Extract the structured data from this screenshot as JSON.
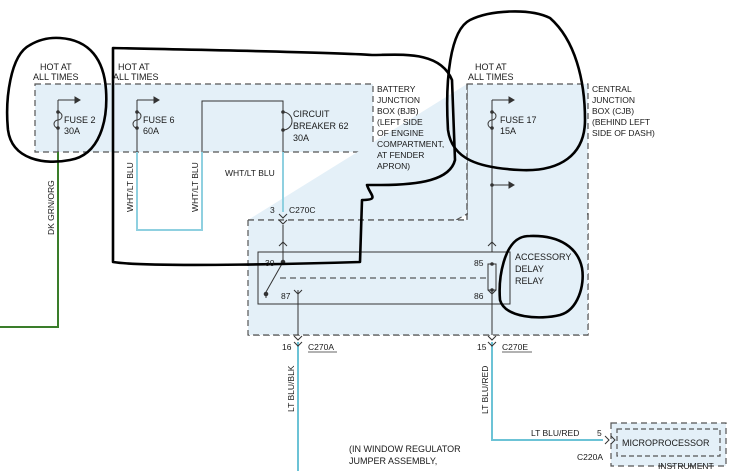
{
  "colors": {
    "box_fill": "#e4f0f8",
    "wire_green": "#3a7d2a",
    "wire_ltblue": "#8fd0e0",
    "wire_blue_relay": "#6cc3d6",
    "ink": "#1a1a1a",
    "handdrawn": "#000000"
  },
  "hot_labels": [
    {
      "line1": "HOT AT",
      "line2": "ALL TIMES"
    },
    {
      "line1": "HOT AT",
      "line2": "ALL TIMES"
    },
    {
      "line1": "HOT AT",
      "line2": "ALL TIMES"
    }
  ],
  "fuses": {
    "fuse2": {
      "name": "FUSE 2",
      "rating": "30A"
    },
    "fuse6": {
      "name": "FUSE 6",
      "rating": "60A"
    },
    "breaker": {
      "name1": "CIRCUIT",
      "name2": "BREAKER 62",
      "rating": "30A"
    },
    "fuse17": {
      "name": "FUSE 17",
      "rating": "15A"
    }
  },
  "bjb_note": [
    "BATTERY",
    "JUNCTION",
    "BOX (BJB)",
    "(LEFT SIDE",
    "OF ENGINE",
    "COMPARTMENT,",
    "AT FENDER",
    "APRON)"
  ],
  "cjb_note": [
    "CENTRAL",
    "JUNCTION",
    "BOX (CJB)",
    "(BEHIND LEFT",
    "SIDE OF DASH)"
  ],
  "wires": {
    "dk_grn_org": "DK GRN/ORG",
    "wht_lt_blu_1": "WHT/LT BLU",
    "wht_lt_blu_2": "WHT/LT BLU",
    "wht_lt_blu_3": "WHT/LT BLU",
    "lt_blu_blk": "LT BLU/BLK",
    "lt_blu_red_v": "LT BLU/RED",
    "lt_blu_red_h": "LT BLU/RED"
  },
  "connectors": {
    "c270c_pin": "3",
    "c270c": "C270C",
    "c270a_pin": "16",
    "c270a": "C270A",
    "c270e_pin": "15",
    "c270e": "C270E",
    "c220a_pin": "5",
    "c220a": "C220A"
  },
  "relay": {
    "pin30": "30",
    "pin85": "85",
    "pin87": "87",
    "pin86": "86",
    "label": [
      "ACCESSORY",
      "DELAY",
      "RELAY"
    ]
  },
  "microprocessor": "MICROPROCESSOR",
  "instrument": "INSTRUMENT",
  "window_note": [
    "(IN WINDOW REGULATOR",
    "JUMPER ASSEMBLY,"
  ]
}
